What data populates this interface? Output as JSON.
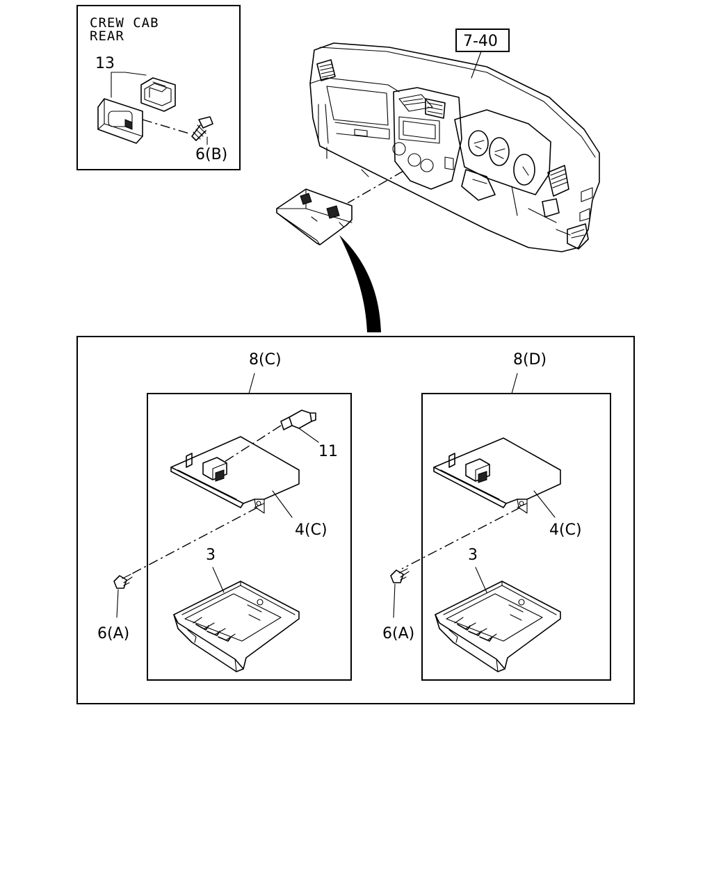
{
  "inset": {
    "title_line1": "CREW CAB",
    "title_line2": "REAR",
    "label_13": "13",
    "label_6b": "6(B)"
  },
  "dashboard": {
    "ref_label": "7-40"
  },
  "detail_left": {
    "assembly": "8(C)",
    "part_11": "11",
    "part_4": "4(C)",
    "part_3": "3",
    "part_6": "6(A)"
  },
  "detail_right": {
    "assembly": "8(D)",
    "part_4": "4(C)",
    "part_3": "3",
    "part_6": "6(A)"
  }
}
